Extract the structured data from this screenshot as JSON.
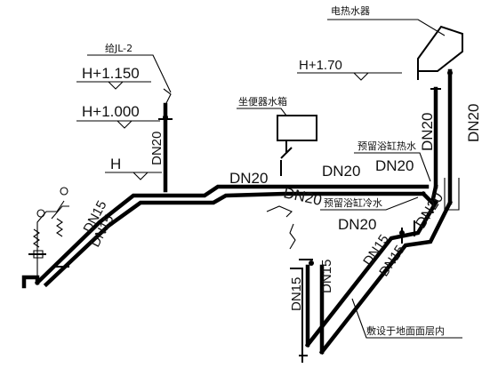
{
  "labels": {
    "riser": "给JL-2",
    "h1": "H+1.150",
    "h2": "H+1.000",
    "h3": "H",
    "h4": "H+1.70",
    "water_heater": "电热水器",
    "tank": "坐便器水箱",
    "reserved_hot": "预留浴缸热水",
    "reserved_cold": "预留浴缸冷水",
    "embedded": "敷设于地面面层内",
    "dn20_riser": "DN20",
    "dn20_main_a": "DN20",
    "dn20_main_b": "DN20",
    "dn20_main_c": "DN20",
    "dn20_branch": "DN20",
    "dn20_lower": "DN20",
    "dn20_vert_a": "DN20",
    "dn20_vert_b": "DN20",
    "dn20_vert_c": "DN20",
    "dn15_a": "DN15",
    "dn15_b": "DN15",
    "dn15_c": "DN15",
    "dn15_d": "DN15",
    "dn15_e": "DN15",
    "dn15_f": "DN15"
  }
}
